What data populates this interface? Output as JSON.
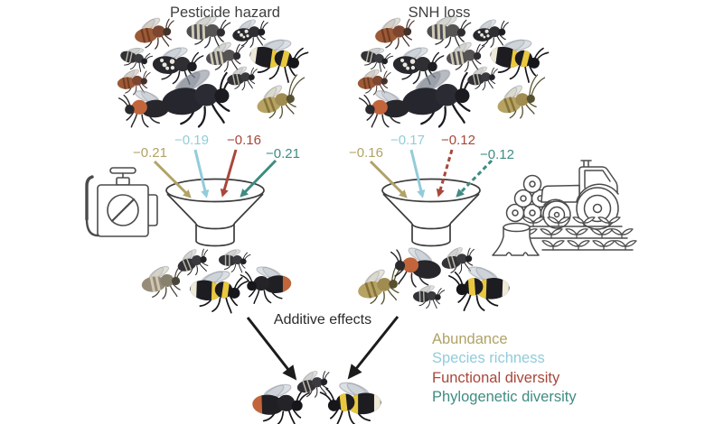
{
  "panels": [
    {
      "title": "Pesticide hazard",
      "icon": "pesticide-sprayer-icon",
      "effects": [
        {
          "metric": "Abundance",
          "value": "−0.21",
          "color": "#b1a266",
          "line": "solid"
        },
        {
          "metric": "Species richness",
          "value": "−0.19",
          "color": "#92ccda",
          "line": "solid"
        },
        {
          "metric": "Functional diversity",
          "value": "−0.16",
          "color": "#a8473a",
          "line": "solid"
        },
        {
          "metric": "Phylogenetic diversity",
          "value": "−0.21",
          "color": "#3e8c82",
          "line": "solid"
        }
      ]
    },
    {
      "title": "SNH loss",
      "icon": "snh-loss-land-use-icon",
      "effects": [
        {
          "metric": "Abundance",
          "value": "−0.16",
          "color": "#b1a266",
          "line": "solid"
        },
        {
          "metric": "Species richness",
          "value": "−0.17",
          "color": "#92ccda",
          "line": "solid"
        },
        {
          "metric": "Functional diversity",
          "value": "−0.12",
          "color": "#a8473a",
          "line": "dashed"
        },
        {
          "metric": "Phylogenetic diversity",
          "value": "−0.12",
          "color": "#3e8c82",
          "line": "dashed"
        }
      ]
    }
  ],
  "additive_label": "Additive effects",
  "legend": [
    {
      "label": "Abundance",
      "color": "#b1a266"
    },
    {
      "label": "Species richness",
      "color": "#92ccda"
    },
    {
      "label": "Functional diversity",
      "color": "#a8473a"
    },
    {
      "label": "Phylogenetic diversity",
      "color": "#3e8c82"
    }
  ],
  "colors": {
    "text": "#3f3f3f",
    "arrow_black": "#1c1c1c",
    "outline": "#4b4b4b"
  }
}
